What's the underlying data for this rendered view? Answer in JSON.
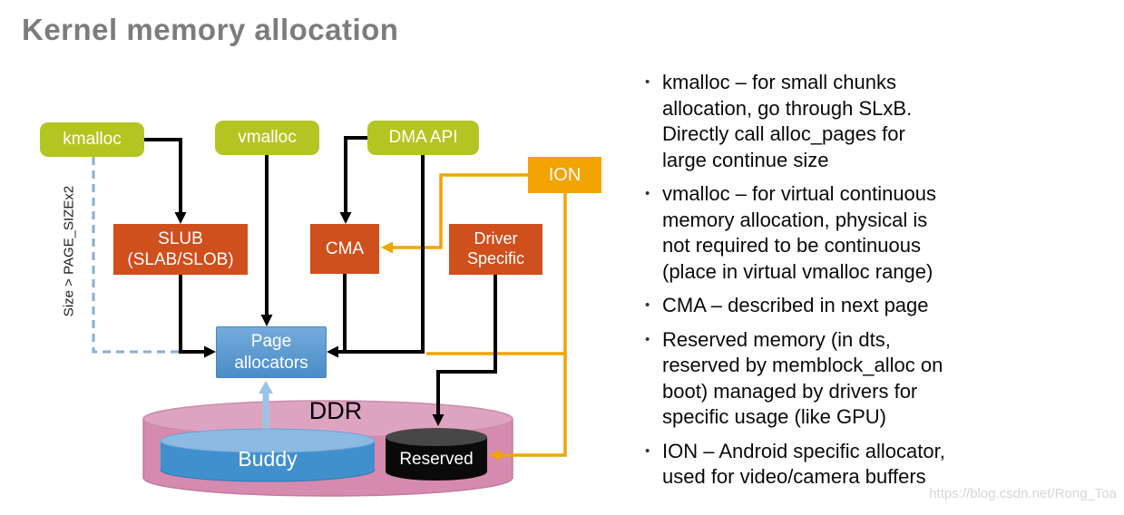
{
  "slide": {
    "title": "Kernel memory allocation"
  },
  "diagram": {
    "nodes": {
      "kmalloc": {
        "label": "kmalloc"
      },
      "vmalloc": {
        "label": "vmalloc"
      },
      "dma_api": {
        "label": "DMA API"
      },
      "ion": {
        "label": "ION"
      },
      "slub": {
        "label": "SLUB\n(SLAB/SLOB)"
      },
      "cma": {
        "label": "CMA"
      },
      "driver_specific": {
        "label": "Driver\nSpecific"
      },
      "page_allocators": {
        "label": "Page\nallocators"
      },
      "ddr": {
        "label": "DDR"
      },
      "buddy": {
        "label": "Buddy"
      },
      "reserved": {
        "label": "Reserved"
      }
    },
    "annotations": {
      "size_condition": "Size > PAGE_SIZEx2"
    },
    "colors": {
      "green_box": "#b4c521",
      "orange_box": "#f1a402",
      "rust_box": "#cf4f1d",
      "page_blue": "#5b9bd5",
      "ddr_pink": "#d68ab0",
      "ddr_pink_top": "#dfa3c2",
      "buddy_blue": "#4090ce",
      "buddy_blue_top": "#8cbae2",
      "reserved_black": "#0a0a0a",
      "dashed_blue": "#85aed6",
      "up_arrow_blue": "#9cc3e6",
      "arrow_black": "#000000",
      "arrow_orange": "#f1a402"
    }
  },
  "bullets": {
    "items": [
      {
        "text": "kmalloc – for small chunks\nallocation, go through SLxB.\nDirectly call alloc_pages for\nlarge continue size"
      },
      {
        "text": "vmalloc – for virtual continuous\nmemory allocation, physical is\nnot required to be continuous\n(place in virtual vmalloc range)"
      },
      {
        "text": "CMA – described in next page"
      },
      {
        "text": "Reserved memory (in dts,\nreserved by memblock_alloc on\nboot) managed by drivers for\nspecific usage (like GPU)"
      },
      {
        "text": "ION – Android specific allocator,\nused for video/camera buffers"
      }
    ]
  },
  "watermark": "https://blog.csdn.net/Rong_Toa"
}
